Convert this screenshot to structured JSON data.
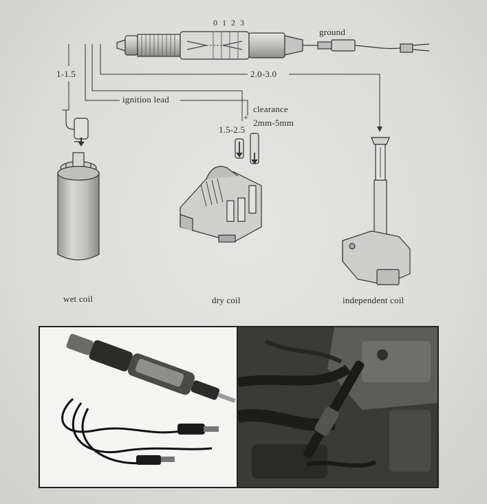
{
  "scale_digits": "0 1 2 3",
  "labels": {
    "ground": "ground",
    "gap_wet": "1-1.5",
    "ignition_lead": "ignition lead",
    "clearance": "clearance",
    "clearance_plus": "+",
    "clearance_range": "2mm-5mm",
    "gap_dry": "1.5-2.5",
    "gap_independent": "2.0-3.0"
  },
  "coil_captions": {
    "wet": "wet coil",
    "dry": "dry coil",
    "independent": "independent coil"
  },
  "colors": {
    "ink": "#2a2a2a",
    "photo_left_bg": "#f4f4f2",
    "photo_right_bg": "#3a3a36"
  }
}
